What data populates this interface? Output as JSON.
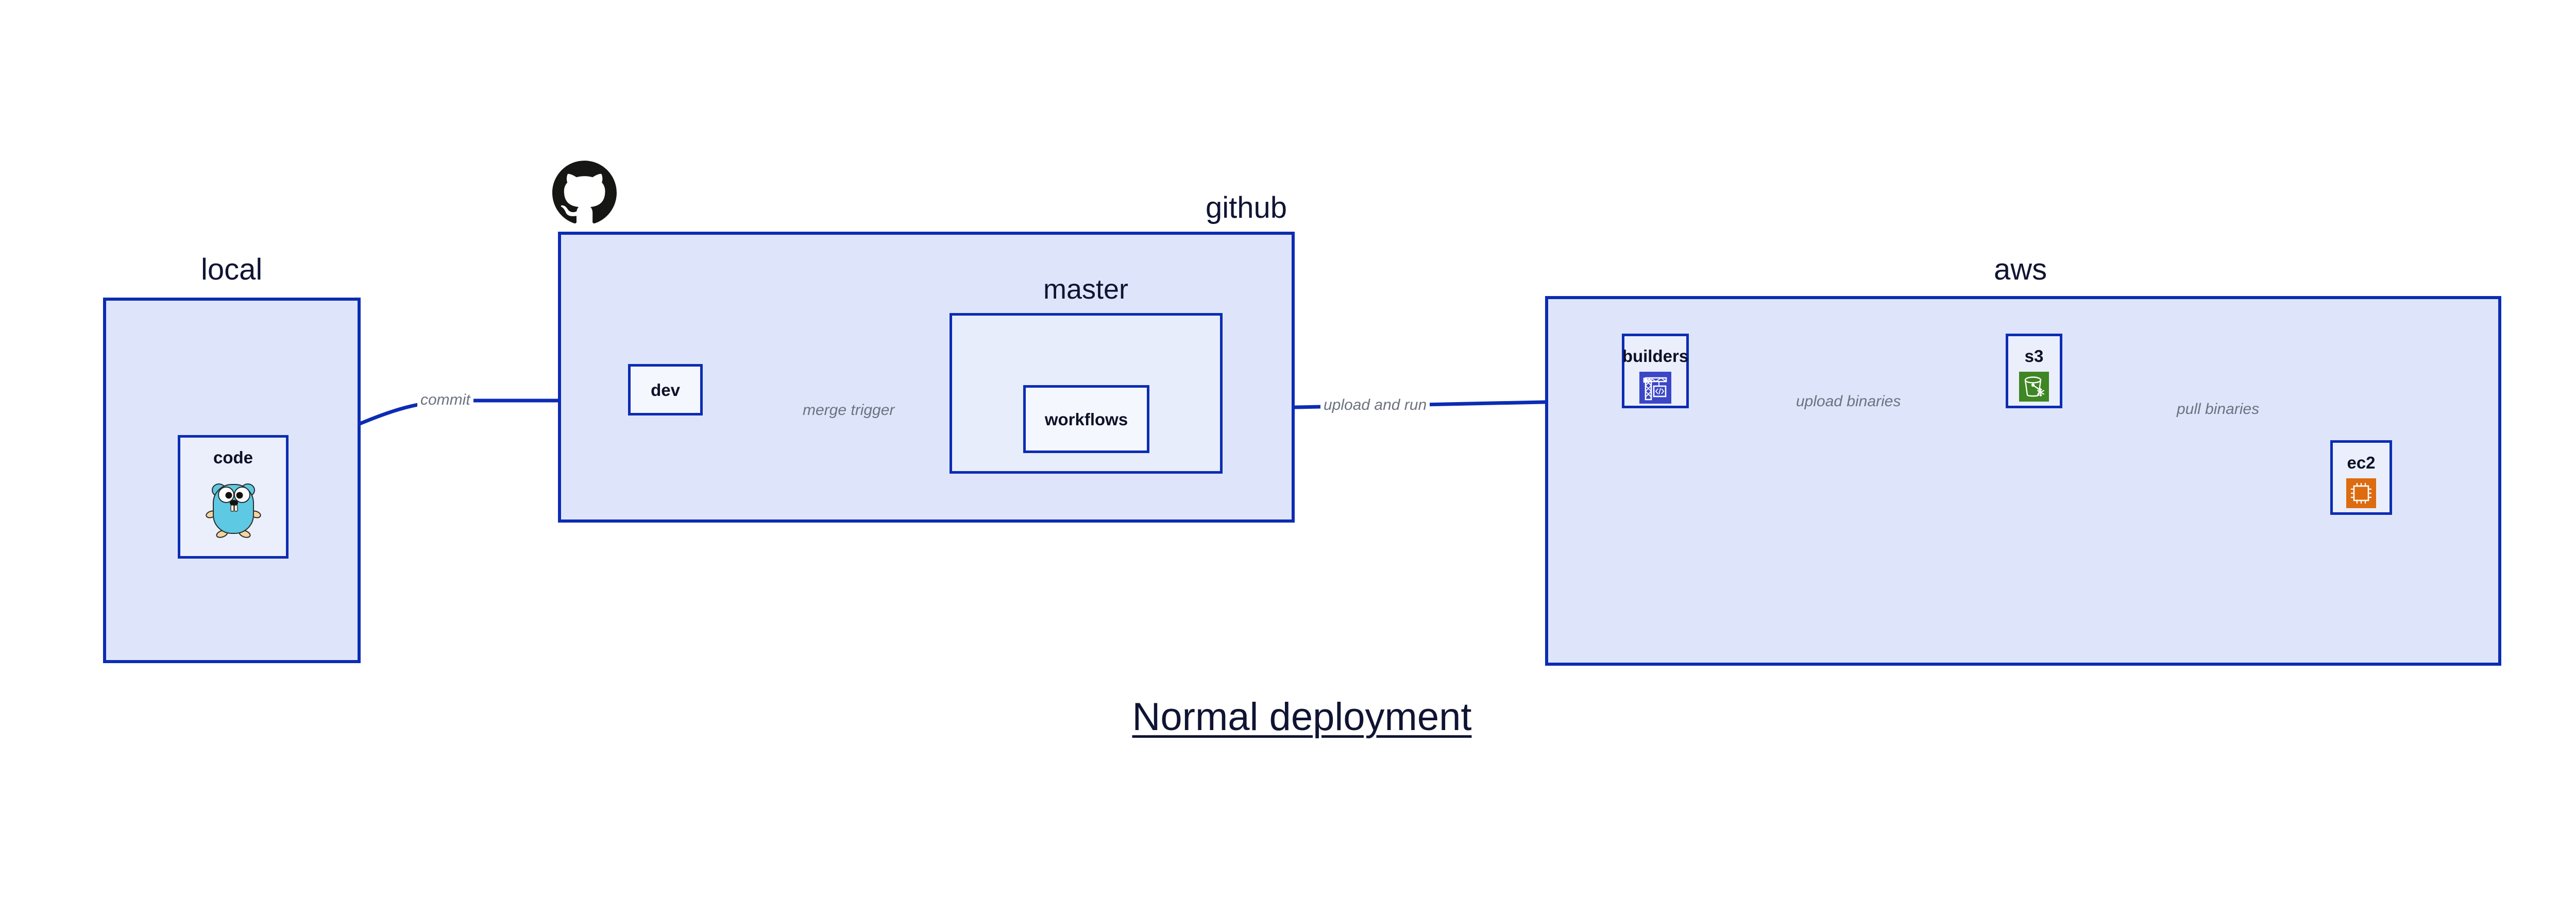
{
  "title": "Normal deployment",
  "colors": {
    "group_fill": "#dee5fa",
    "nested_fill": "#e8edfb",
    "node_fill": "#eaeffb",
    "border": "#0c2cb3",
    "edge": "#0c2cb3",
    "edge_label": "#6c7280",
    "text": "#101433",
    "aws_builders": "#3c46c8",
    "aws_s3": "#3f8624",
    "aws_ec2": "#dd6b10",
    "go_gopher": "#5dc9e2",
    "github_logo": "#161614"
  },
  "groups": [
    {
      "id": "local",
      "label": "local"
    },
    {
      "id": "github",
      "label": "github"
    },
    {
      "id": "master",
      "label": "master"
    },
    {
      "id": "aws",
      "label": "aws"
    }
  ],
  "nodes": [
    {
      "id": "code",
      "label": "code",
      "icon": "go-gopher-icon",
      "group": "local"
    },
    {
      "id": "dev",
      "label": "dev",
      "icon": "none",
      "group": "github"
    },
    {
      "id": "workflows",
      "label": "workflows",
      "icon": "none",
      "group": "master"
    },
    {
      "id": "builders",
      "label": "builders",
      "icon": "aws-codebuild-icon",
      "group": "aws"
    },
    {
      "id": "s3",
      "label": "s3",
      "icon": "aws-s3-bucket-icon",
      "group": "aws"
    },
    {
      "id": "ec2",
      "label": "ec2",
      "icon": "aws-ec2-chip-icon",
      "group": "aws"
    }
  ],
  "edges": [
    {
      "id": "commit",
      "label": "commit",
      "from": "code",
      "to": "dev"
    },
    {
      "id": "merge-trigger",
      "label": "merge trigger",
      "from": "dev",
      "to": "workflows"
    },
    {
      "id": "upload-and-run",
      "label": "upload and run",
      "from": "workflows",
      "to": "builders"
    },
    {
      "id": "upload-binaries",
      "label": "upload binaries",
      "from": "builders",
      "to": "s3"
    },
    {
      "id": "pull-binaries",
      "label": "pull binaries",
      "from": "s3",
      "to": "ec2"
    }
  ],
  "icons": {
    "github_logo": "github-octocat-icon"
  }
}
